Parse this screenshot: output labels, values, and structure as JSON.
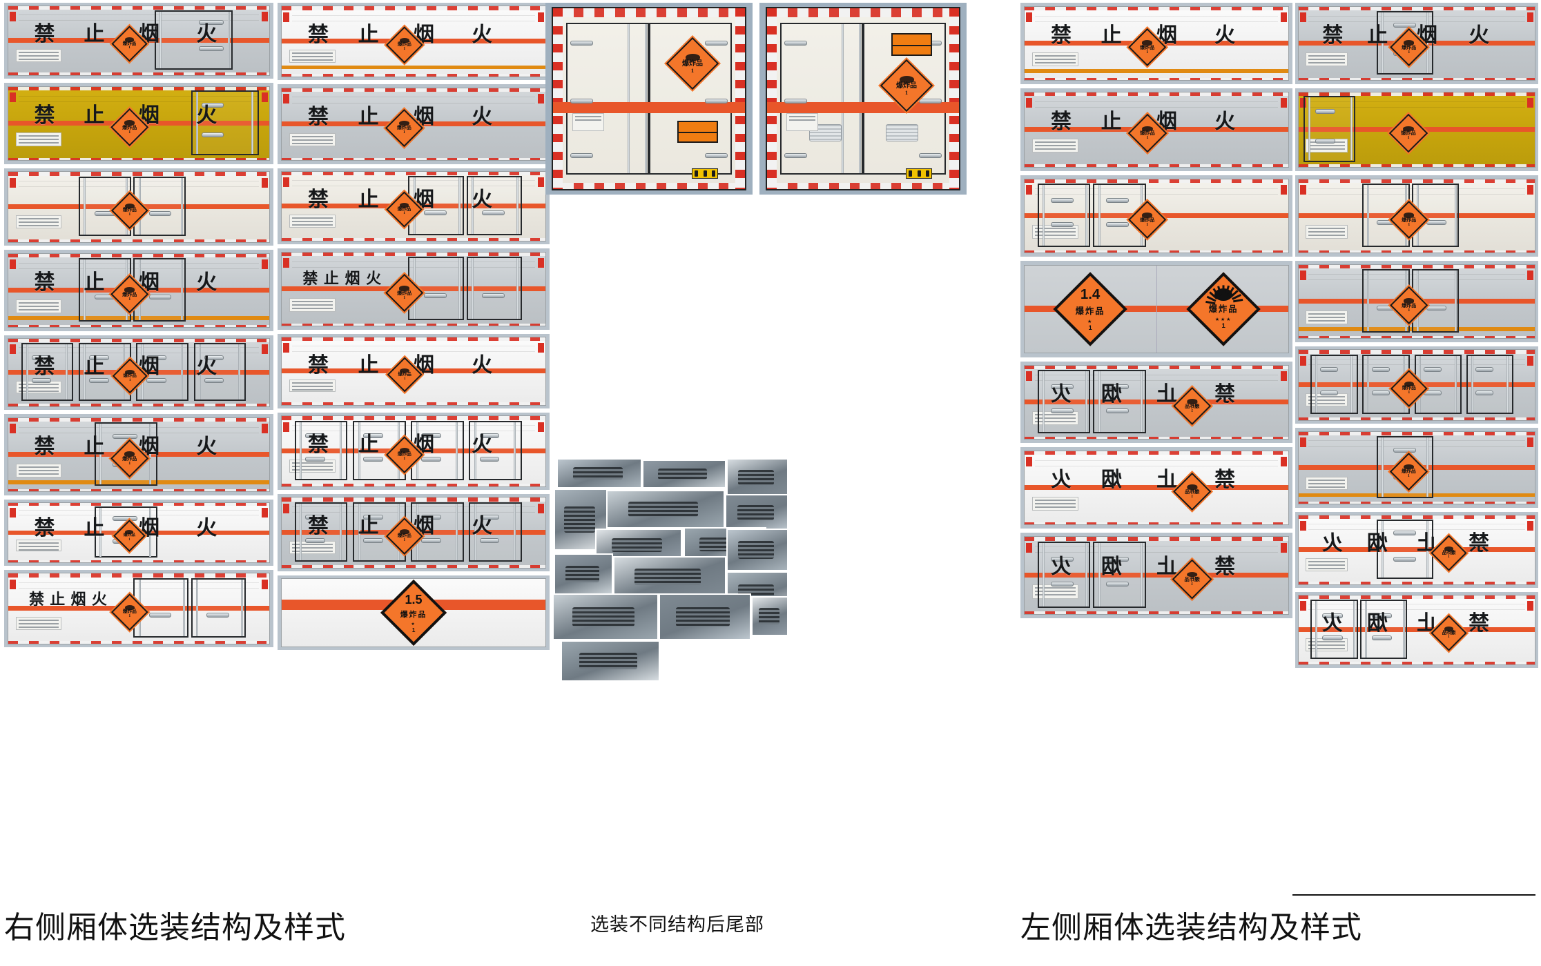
{
  "captions": {
    "right_side": "右侧厢体选装结构及样式",
    "rear_options": "选装不同结构后尾部",
    "left_side": "左侧厢体选装结构及样式"
  },
  "labels": {
    "no_fire": "禁 止 烟 火",
    "no_fire_tight": "禁止烟火",
    "no_fire_mirror": "火 烟 止 禁",
    "char_jin": "禁",
    "char_zhi": "止",
    "char_yan": "烟",
    "char_huo": "火"
  },
  "hazard": {
    "diamond_text": "爆炸品",
    "class_1_4": "1.4",
    "class_1_5": "1.5",
    "subdivision": "1",
    "stars_three": "★★★",
    "stars_one": "★"
  },
  "left_column_panels": [
    {
      "id": "r1",
      "style": "grey",
      "text_mode": "spread",
      "door": "single-right",
      "has_amber": false
    },
    {
      "id": "r2",
      "style": "yellow",
      "text_mode": "spread",
      "door": "right-frame",
      "has_amber": false
    },
    {
      "id": "r3",
      "style": "white",
      "text_mode": "none",
      "door": "double-mid",
      "has_amber": false
    },
    {
      "id": "r4",
      "style": "grey",
      "text_mode": "spread",
      "door": "double-mid",
      "has_amber": true
    },
    {
      "id": "r5",
      "style": "grey",
      "text_mode": "spread",
      "door": "multi",
      "has_amber": false
    },
    {
      "id": "r6",
      "style": "grey",
      "text_mode": "spread",
      "door": "single-mid",
      "has_amber": true
    },
    {
      "id": "r7",
      "style": "bright",
      "text_mode": "spread",
      "door": "single-mid",
      "has_amber": false
    },
    {
      "id": "r8",
      "style": "bright",
      "text_mode": "tight",
      "door": "double-right",
      "has_amber": false
    }
  ],
  "second_column_panels": [
    {
      "id": "r9",
      "style": "bright",
      "text_mode": "spread",
      "door": "none",
      "has_amber": true
    },
    {
      "id": "r10",
      "style": "grey",
      "text_mode": "spread",
      "door": "none",
      "has_amber": false
    },
    {
      "id": "r11",
      "style": "white",
      "text_mode": "spread",
      "door": "double-right",
      "has_amber": false
    },
    {
      "id": "r12",
      "style": "grey",
      "text_mode": "tight",
      "door": "double-right",
      "has_amber": false
    },
    {
      "id": "r13",
      "style": "bright",
      "text_mode": "spread",
      "door": "none",
      "has_amber": false
    },
    {
      "id": "r14",
      "style": "bright",
      "text_mode": "spread",
      "door": "multi",
      "has_amber": false
    },
    {
      "id": "r15",
      "style": "grey",
      "text_mode": "spread",
      "door": "multi",
      "has_amber": false
    },
    {
      "id": "r16",
      "style": "bright",
      "text_mode": "placard15",
      "door": "none",
      "has_amber": false
    }
  ],
  "third_column_panels": [
    {
      "id": "l1",
      "style": "bright",
      "text_mode": "spread",
      "door": "none",
      "has_amber": true
    },
    {
      "id": "l2",
      "style": "grey",
      "text_mode": "spread",
      "door": "none",
      "has_amber": false
    },
    {
      "id": "l3",
      "style": "white",
      "text_mode": "none",
      "door": "double-left",
      "has_amber": false
    },
    {
      "id": "l4",
      "style": "grey",
      "text_mode": "placard14",
      "door": "none",
      "has_amber": false
    },
    {
      "id": "l5",
      "style": "grey",
      "text_mode": "mirror",
      "door": "double-left",
      "has_amber": false
    },
    {
      "id": "l6",
      "style": "bright",
      "text_mode": "mirror",
      "door": "none",
      "has_amber": false
    },
    {
      "id": "l7",
      "style": "grey",
      "text_mode": "mirror",
      "door": "double-left",
      "has_amber": false
    }
  ],
  "fourth_column_panels": [
    {
      "id": "l8",
      "style": "grey",
      "text_mode": "spread",
      "door": "single-mid",
      "has_amber": false
    },
    {
      "id": "l9",
      "style": "yellow",
      "text_mode": "none",
      "door": "left-frame",
      "has_amber": false
    },
    {
      "id": "l10",
      "style": "white",
      "text_mode": "none",
      "door": "double-mid",
      "has_amber": false
    },
    {
      "id": "l11",
      "style": "grey",
      "text_mode": "none",
      "door": "double-mid",
      "has_amber": true
    },
    {
      "id": "l12",
      "style": "grey",
      "text_mode": "none",
      "door": "multi",
      "has_amber": false
    },
    {
      "id": "l13",
      "style": "grey",
      "text_mode": "none",
      "door": "single-mid",
      "has_amber": true
    },
    {
      "id": "l14",
      "style": "bright",
      "text_mode": "mirror",
      "door": "single-mid",
      "has_amber": false
    },
    {
      "id": "l15",
      "style": "bright",
      "text_mode": "mirror",
      "door": "double-left",
      "has_amber": false
    }
  ],
  "rear_views": [
    {
      "id": "rear-a",
      "placard_position": "upper-right",
      "un_panels": [
        "lower-right"
      ],
      "vents": false
    },
    {
      "id": "rear-b",
      "placard_position": "mid-right",
      "un_panels": [
        "upper-right"
      ],
      "vents": true
    }
  ],
  "collage": {
    "name": "refrigeration-unit-photo-collage",
    "tile_count": 16
  }
}
